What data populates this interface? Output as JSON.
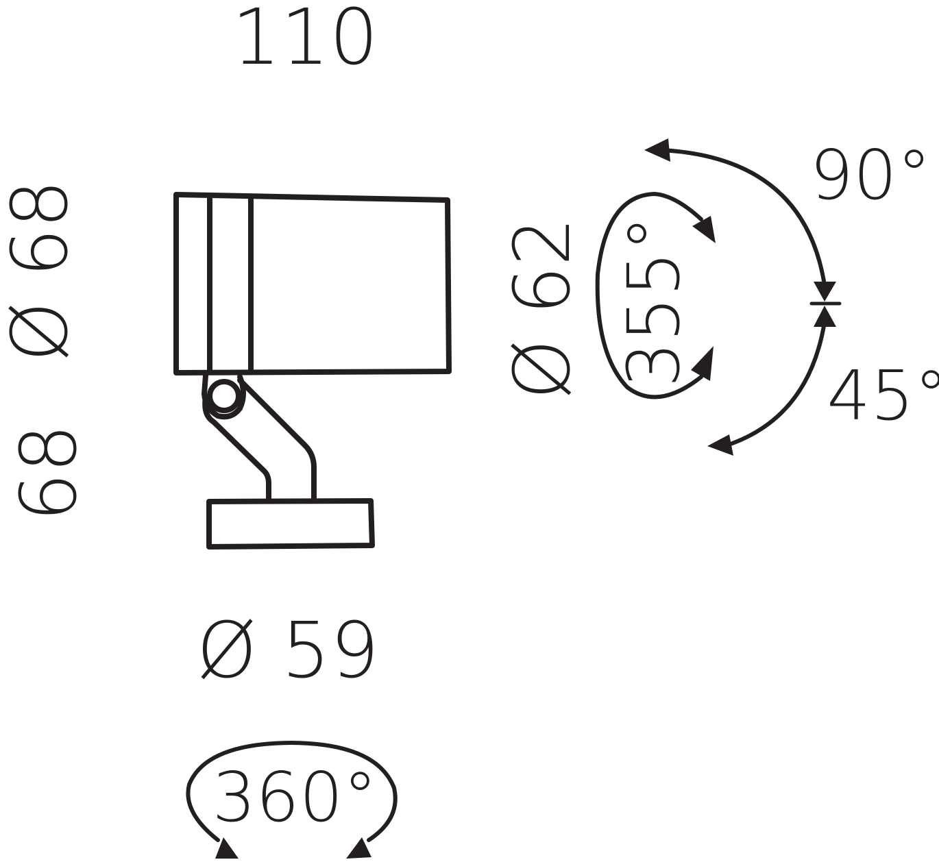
{
  "labels": {
    "width": "110",
    "height_left": "68",
    "diameter_left": "Ø 68",
    "diameter_head": "Ø 62",
    "diameter_base": "Ø 59",
    "tilt_up": "90°",
    "tilt_down": "45°",
    "rotation_head": "355°",
    "rotation_base": "360°"
  },
  "colors": {
    "line": "#231f20",
    "background": "#ffffff"
  }
}
